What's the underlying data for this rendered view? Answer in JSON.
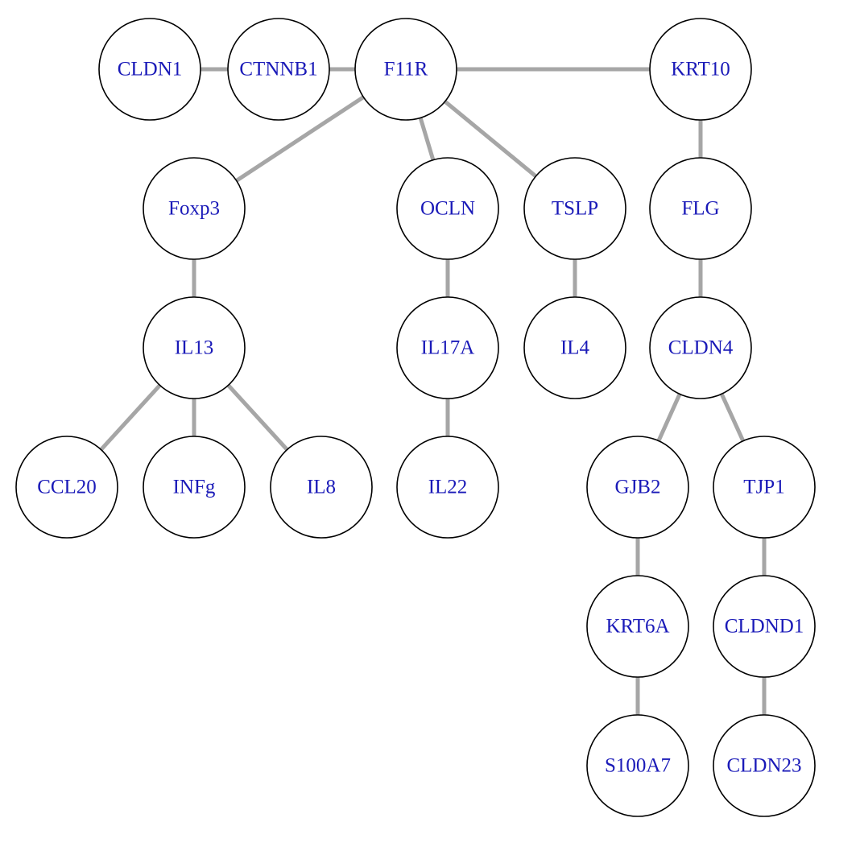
{
  "nodes": [
    {
      "id": "CLDN1",
      "label": "CLDN1"
    },
    {
      "id": "CTNNB1",
      "label": "CTNNB1"
    },
    {
      "id": "F11R",
      "label": "F11R"
    },
    {
      "id": "KRT10",
      "label": "KRT10"
    },
    {
      "id": "Foxp3",
      "label": "Foxp3"
    },
    {
      "id": "OCLN",
      "label": "OCLN"
    },
    {
      "id": "TSLP",
      "label": "TSLP"
    },
    {
      "id": "FLG",
      "label": "FLG"
    },
    {
      "id": "IL13",
      "label": "IL13"
    },
    {
      "id": "IL17A",
      "label": "IL17A"
    },
    {
      "id": "IL4",
      "label": "IL4"
    },
    {
      "id": "CLDN4",
      "label": "CLDN4"
    },
    {
      "id": "CCL20",
      "label": "CCL20"
    },
    {
      "id": "INFg",
      "label": "INFg"
    },
    {
      "id": "IL8",
      "label": "IL8"
    },
    {
      "id": "IL22",
      "label": "IL22"
    },
    {
      "id": "GJB2",
      "label": "GJB2"
    },
    {
      "id": "TJP1",
      "label": "TJP1"
    },
    {
      "id": "KRT6A",
      "label": "KRT6A"
    },
    {
      "id": "CLDND1",
      "label": "CLDND1"
    },
    {
      "id": "S100A7",
      "label": "S100A7"
    },
    {
      "id": "CLDN23",
      "label": "CLDN23"
    }
  ],
  "edges": [
    [
      "CLDN1",
      "CTNNB1"
    ],
    [
      "CTNNB1",
      "F11R"
    ],
    [
      "F11R",
      "KRT10"
    ],
    [
      "F11R",
      "Foxp3"
    ],
    [
      "F11R",
      "OCLN"
    ],
    [
      "F11R",
      "TSLP"
    ],
    [
      "KRT10",
      "FLG"
    ],
    [
      "Foxp3",
      "IL13"
    ],
    [
      "OCLN",
      "IL17A"
    ],
    [
      "TSLP",
      "IL4"
    ],
    [
      "FLG",
      "CLDN4"
    ],
    [
      "IL13",
      "CCL20"
    ],
    [
      "IL13",
      "INFg"
    ],
    [
      "IL13",
      "IL8"
    ],
    [
      "IL17A",
      "IL22"
    ],
    [
      "CLDN4",
      "GJB2"
    ],
    [
      "CLDN4",
      "TJP1"
    ],
    [
      "GJB2",
      "KRT6A"
    ],
    [
      "TJP1",
      "CLDND1"
    ],
    [
      "KRT6A",
      "S100A7"
    ],
    [
      "CLDND1",
      "CLDN23"
    ]
  ],
  "colors": {
    "edge": "#a6a6a6",
    "node_border": "#000000",
    "node_fill": "#ffffff",
    "label": "#1a1ab8"
  }
}
